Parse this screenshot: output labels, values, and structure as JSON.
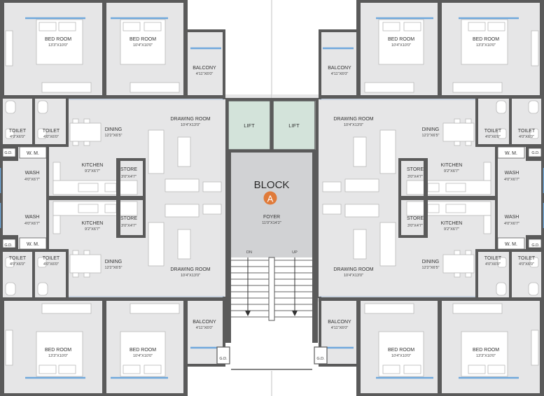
{
  "block": {
    "title": "BLOCK",
    "letter": "A"
  },
  "accent": "#e07b3a",
  "lift": {
    "label": "LIFT"
  },
  "foyer": {
    "name": "FOYER",
    "size": "11'0\"X14'2\""
  },
  "stairs": {
    "down": "DN",
    "up": "UP"
  },
  "gd": "G.D.",
  "wm": "W. M.",
  "rooms": {
    "bed_a": {
      "name": "BED ROOM",
      "size": "13'3\"X10'0\""
    },
    "bed_b": {
      "name": "BED ROOM",
      "size": "10'4\"X10'0\""
    },
    "balcony": {
      "name": "BALCONY",
      "size": "4'11\"X6'0\""
    },
    "drawing": {
      "name": "DRAWING ROOM",
      "size": "10'4\"X13'0\""
    },
    "dining": {
      "name": "DINING",
      "size": "12'2\"X6'5\""
    },
    "kitchen": {
      "name": "KITCHEN",
      "size": "9'2\"X6'7\""
    },
    "store": {
      "name": "STORE",
      "size": "3'0\"X4'7\""
    },
    "wash": {
      "name": "WASH",
      "size": "4'0\"X6'7\""
    },
    "toilet": {
      "name": "TOILET",
      "size": "4'0\"X6'0\""
    }
  }
}
